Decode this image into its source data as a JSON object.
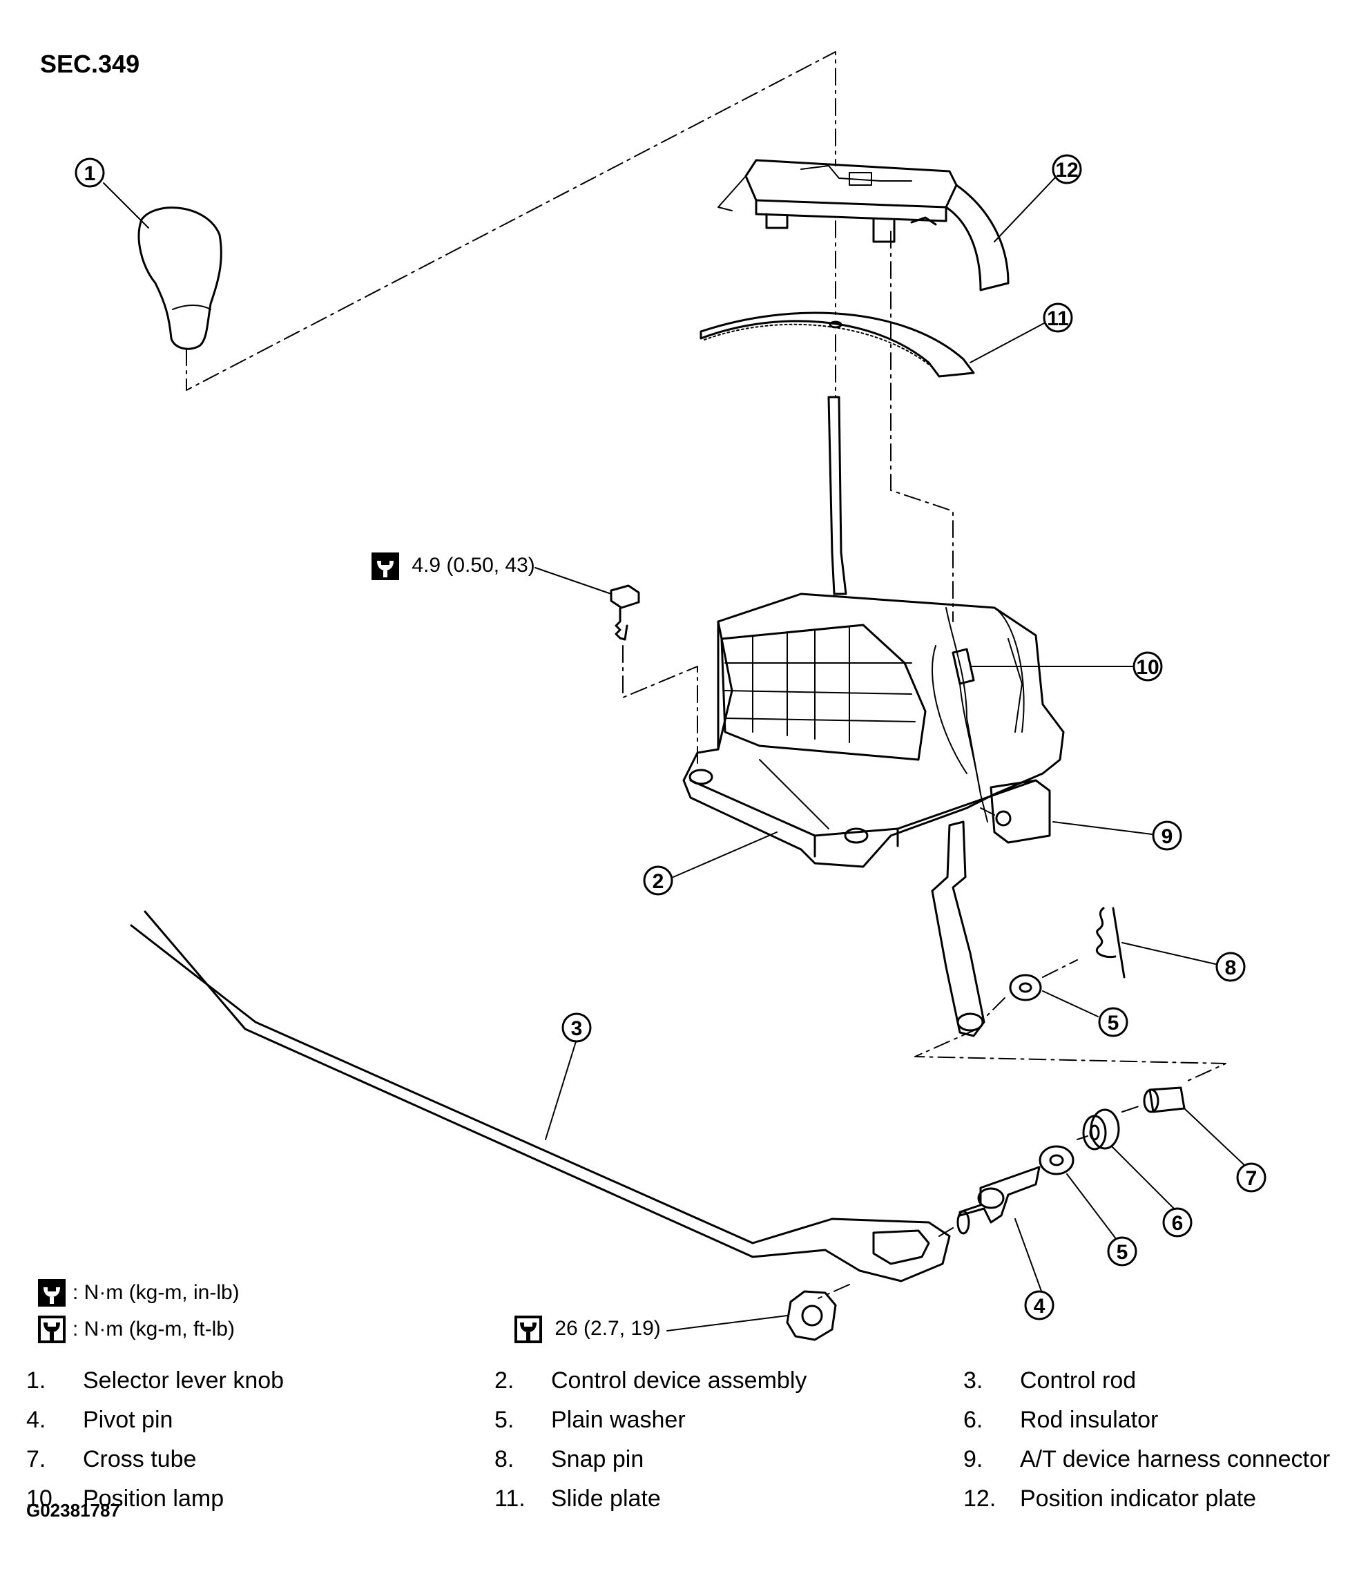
{
  "section": "SEC.349",
  "figure_id": "G02381787",
  "torque_specs": {
    "bolt": "4.9 (0.50, 43)",
    "nut": "26 (2.7, 19)"
  },
  "legend": {
    "in_lb": ": N·m (kg-m, in-lb)",
    "ft_lb": ": N·m (kg-m, ft-lb)"
  },
  "callouts": [
    "1",
    "2",
    "3",
    "4",
    "5",
    "5",
    "6",
    "7",
    "8",
    "9",
    "10",
    "11",
    "12"
  ],
  "parts": [
    {
      "num": "1.",
      "name": "Selector lever knob"
    },
    {
      "num": "2.",
      "name": "Control device assembly"
    },
    {
      "num": "3.",
      "name": "Control rod"
    },
    {
      "num": "4.",
      "name": "Pivot pin"
    },
    {
      "num": "5.",
      "name": "Plain washer"
    },
    {
      "num": "6.",
      "name": "Rod insulator"
    },
    {
      "num": "7.",
      "name": "Cross tube"
    },
    {
      "num": "8.",
      "name": "Snap pin"
    },
    {
      "num": "9.",
      "name": "A/T device harness connector"
    },
    {
      "num": "10.",
      "name": "Position lamp"
    },
    {
      "num": "11.",
      "name": "Slide plate"
    },
    {
      "num": "12.",
      "name": "Position indicator plate"
    }
  ]
}
